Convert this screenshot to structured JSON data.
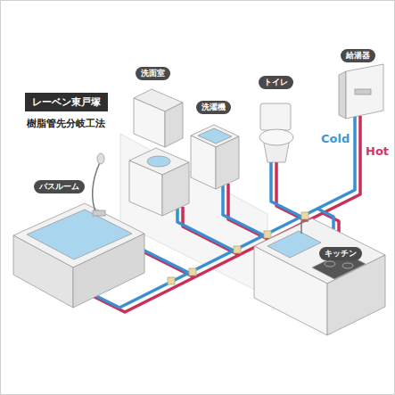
{
  "diagram": {
    "nodes": [
      {
        "text": [
          "給湯器"
        ]
      },
      {
        "text": [
          "洗面室"
        ]
      },
      {
        "text": [
          "トイレ"
        ]
      },
      {
        "text": [
          "レーベン東戸塚"
        ]
      },
      {
        "text": [
          "洗濯機"
        ]
      },
      {
        "text": [
          "バスルーム"
        ]
      },
      {
        "text": [
          "キッチン"
        ]
      }
    ],
    "labels": [
      "樹脂管先分岐工法",
      "Cold",
      "Hot"
    ]
  }
}
